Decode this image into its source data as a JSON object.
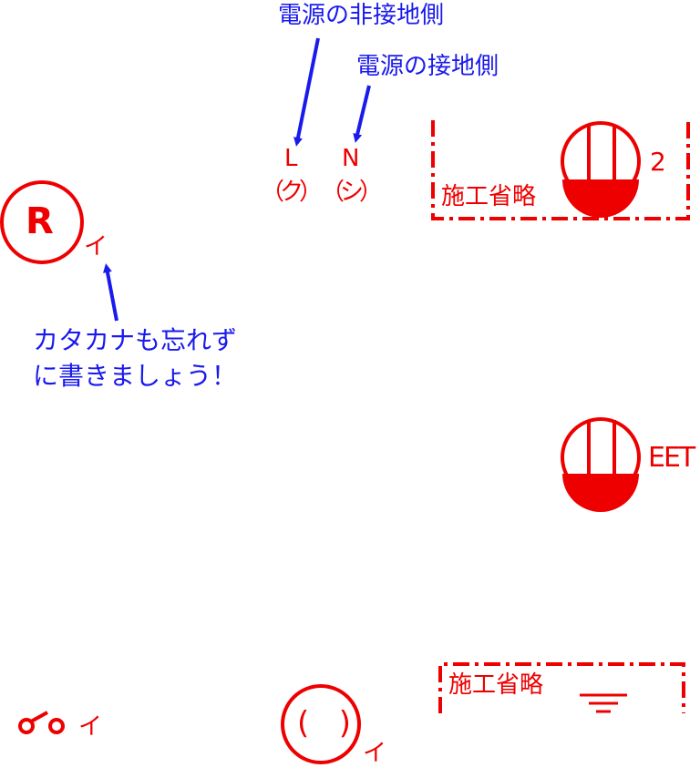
{
  "colors": {
    "symbol": "#ee0000",
    "annotation": "#1a1aee"
  },
  "annotations": {
    "ungrounded_side": "電源の非接地側",
    "grounded_side": "電源の接地側",
    "reminder_line1": "カタカナも忘れず",
    "reminder_line2": "に書きましょう！"
  },
  "power_terminals": {
    "line_letter": "L",
    "line_kana": "（ク）",
    "neutral_letter": "N",
    "neutral_kana": "（シ）"
  },
  "symbols": {
    "receptacle_letter": "R",
    "receptacle_kana": "イ",
    "outlet_2_count": "2",
    "omitted_label_1": "施工省略",
    "outlet_eet_label": "EET",
    "omitted_label_2": "施工省略",
    "switch_kana": "イ",
    "ceiling_light_kana": "イ"
  },
  "icons": [
    "arrow-icon",
    "receptacle-r-icon",
    "duplex-outlet-icon",
    "ground-icon",
    "switch-icon",
    "ceiling-light-icon"
  ]
}
